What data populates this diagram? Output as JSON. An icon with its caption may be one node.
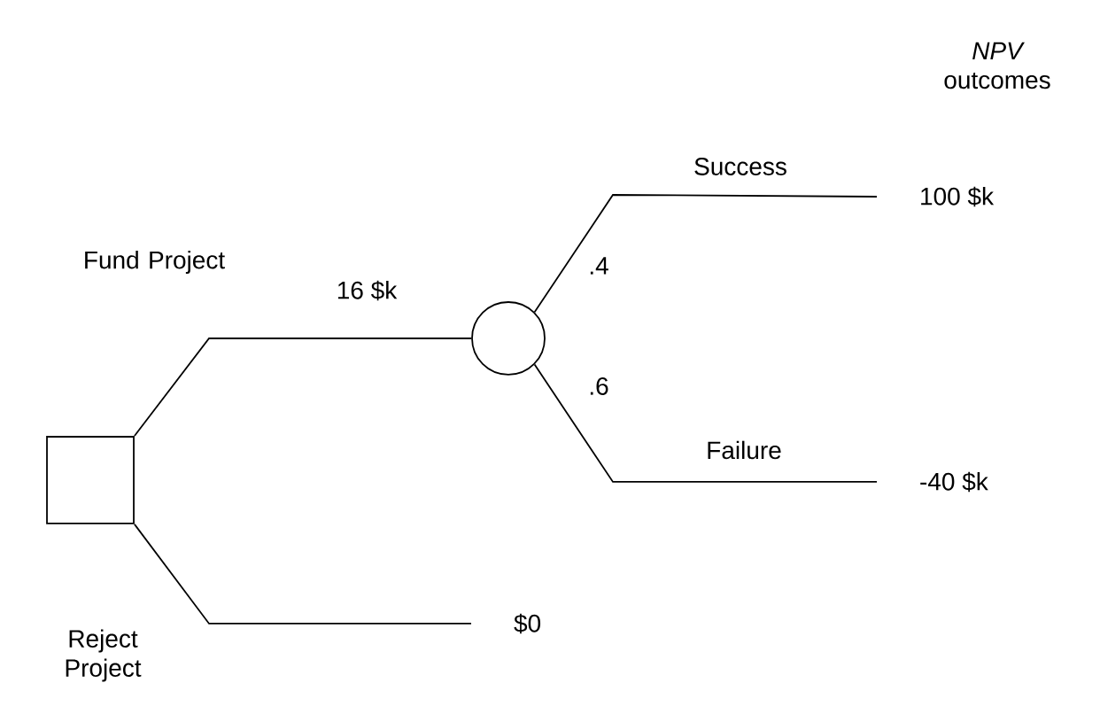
{
  "diagram": {
    "nodes": [
      {
        "text": [],
        "shape": "box"
      },
      {
        "text": [],
        "shape": "circle"
      },
      {
        "text": [
          "100 $k"
        ]
      },
      {
        "text": [
          "-40 $k"
        ]
      },
      {
        "text": [
          "$0"
        ]
      }
    ],
    "edges": [
      {
        "from": 0,
        "to": 1,
        "arrow": "none",
        "label": "Fund Project"
      },
      {
        "from": 1,
        "to": 2,
        "arrow": "none",
        "label": "Success"
      },
      {
        "from": 1,
        "to": 3,
        "arrow": "none",
        "label": "Failure"
      },
      {
        "from": 0,
        "to": 4,
        "arrow": "none",
        "label": "Reject Project"
      }
    ],
    "labels": [
      "*NPV* outcomes",
      "16 $k",
      ".4",
      ".6"
    ]
  }
}
